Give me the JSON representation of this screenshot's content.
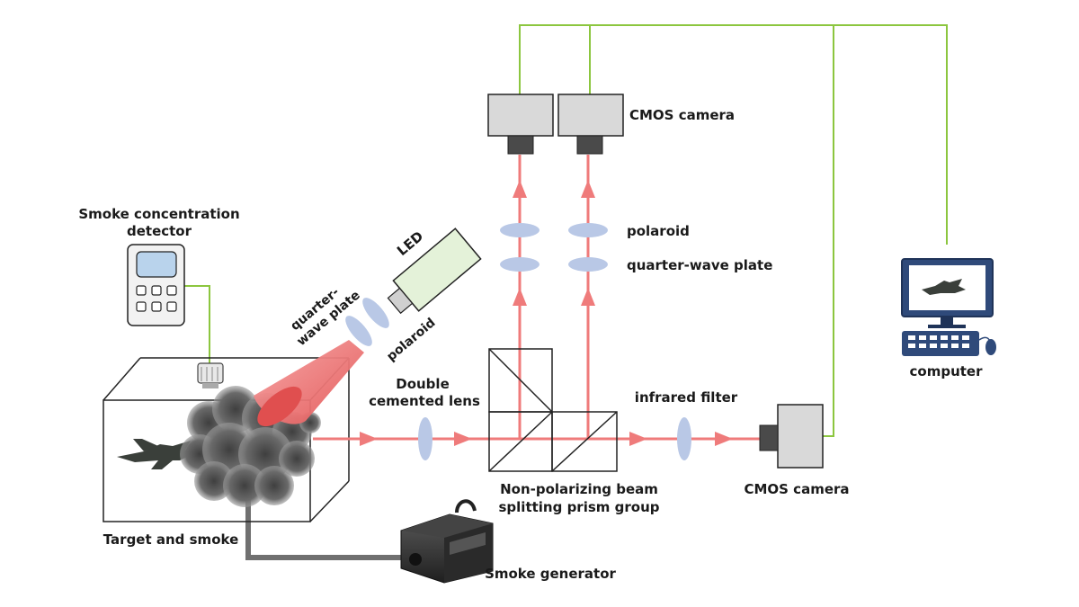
{
  "labels": {
    "cmos_top": "CMOS camera",
    "cmos_right": "CMOS camera",
    "polaroid_right": "polaroid",
    "qwp_right": "quarter-wave plate",
    "detector_line1": "Smoke concentration",
    "detector_line2": "detector",
    "led": "LED",
    "qwp_left_line1": "quarter-",
    "qwp_left_line2": "wave plate",
    "polaroid_left": "polaroid",
    "lens_line1": "Double",
    "lens_line2": "cemented lens",
    "infrared": "infrared filter",
    "prism_line1": "Non-polarizing beam",
    "prism_line2": "splitting prism group",
    "target": "Target and smoke",
    "generator": "Smoke generator",
    "computer": "computer"
  },
  "colors": {
    "beam": "#ef7b7b",
    "wire": "#8cc63f",
    "optic": "#b9c8e6",
    "camera_body": "#d9d9d9",
    "camera_lens": "#4a4a4a",
    "led_body": "#e4f2d9",
    "hose": "#707070"
  },
  "icons": {
    "aircraft": "fighter-jet-icon",
    "smoke": "smoke-cloud-icon",
    "detector": "concentration-detector-icon",
    "generator": "smoke-machine-icon",
    "computer": "desktop-computer-icon"
  }
}
